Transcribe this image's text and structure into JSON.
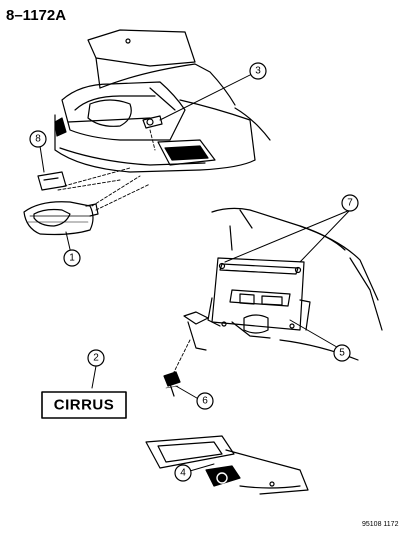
{
  "diagram": {
    "figure_id": "8–1172A",
    "badge_text": "CIRRUS",
    "reference_code": "95108 1172",
    "callouts": [
      "1",
      "2",
      "3",
      "4",
      "5",
      "6",
      "7",
      "8"
    ]
  },
  "colors": {
    "line": "#000000",
    "background": "#ffffff"
  }
}
